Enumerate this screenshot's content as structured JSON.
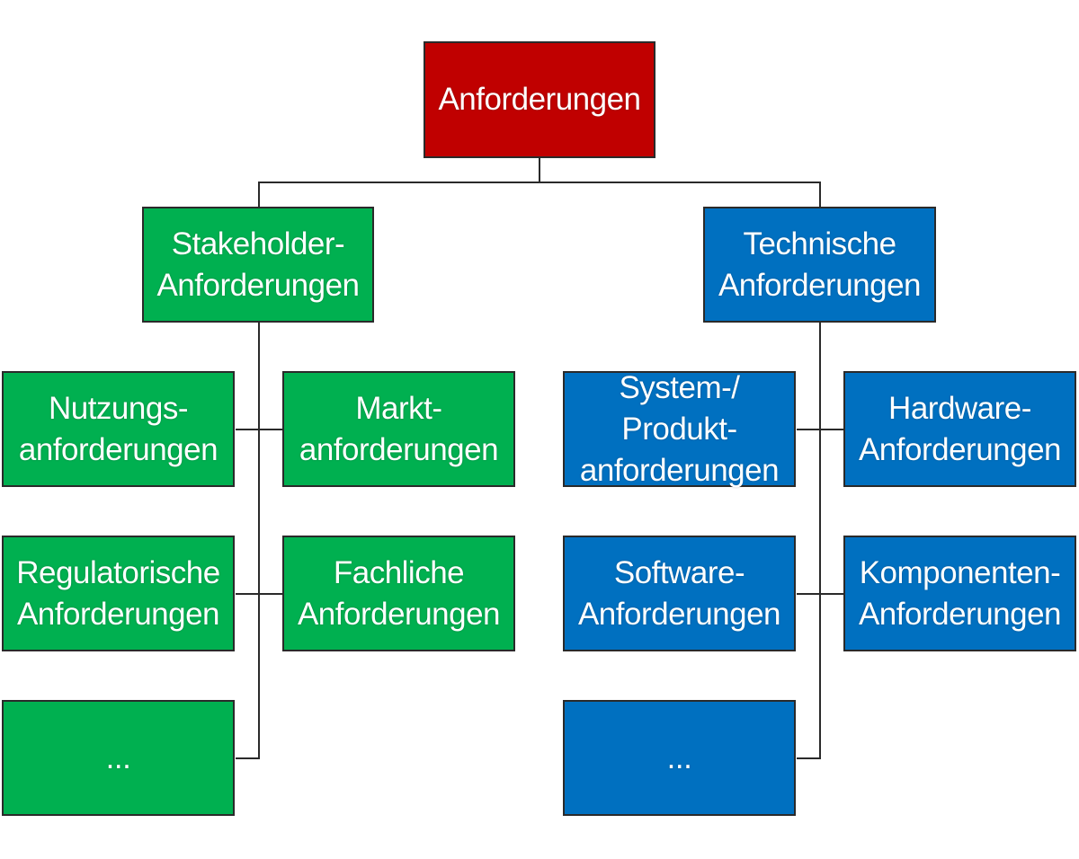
{
  "colors": {
    "root": "#c00000",
    "stakeholder": "#00b050",
    "technical": "#0070c0",
    "line": "#2a2a2a"
  },
  "root": {
    "label": "Anforderungen"
  },
  "stakeholder": {
    "label": "Stakeholder-\nAnforderungen",
    "children": [
      {
        "label": "Nutzungs-\nanforderungen"
      },
      {
        "label": "Markt-\nanforderungen"
      },
      {
        "label": "Regulatorische\nAnforderungen"
      },
      {
        "label": "Fachliche\nAnforderungen"
      },
      {
        "label": "..."
      }
    ]
  },
  "technical": {
    "label": "Technische\nAnforderungen",
    "children": [
      {
        "label": "System-/ Produkt-\nanforderungen"
      },
      {
        "label": "Hardware-\nAnforderungen"
      },
      {
        "label": "Software-\nAnforderungen"
      },
      {
        "label": "Komponenten-\nAnforderungen"
      },
      {
        "label": "..."
      }
    ]
  }
}
